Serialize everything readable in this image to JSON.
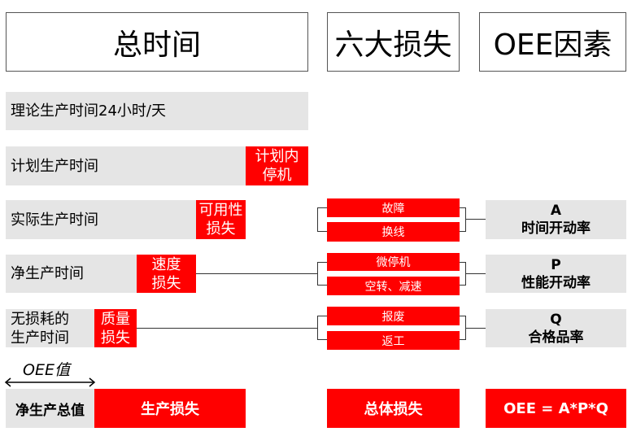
{
  "headers": {
    "total_time": "总时间",
    "six_losses": "六大损失",
    "oee_factors": "OEE因素"
  },
  "time_rows": [
    {
      "label": "理论生产时间24小时/天",
      "loss": ""
    },
    {
      "label": "计划生产时间",
      "loss_line1": "计划内",
      "loss_line2": "停机"
    },
    {
      "label": "实际生产时间",
      "loss_line1": "可用性",
      "loss_line2": "损失"
    },
    {
      "label": "净生产时间",
      "loss_line1": "速度",
      "loss_line2": "损失"
    },
    {
      "label_line1": "无损耗的",
      "label_line2": "生产时间",
      "loss_line1": "质量",
      "loss_line2": "损失"
    }
  ],
  "six_losses": [
    {
      "name": "故障"
    },
    {
      "name": "换线"
    },
    {
      "name": "微停机"
    },
    {
      "name": "空转、减速"
    },
    {
      "name": "报废"
    },
    {
      "name": "返工"
    }
  ],
  "factors": [
    {
      "letter": "A",
      "name": "时间开动率"
    },
    {
      "letter": "P",
      "name": "性能开动率"
    },
    {
      "letter": "Q",
      "name": "合格品率"
    }
  ],
  "oee_arrow_label": "OEE值",
  "bottom": {
    "net_value": "净生产总值",
    "production_loss": "生产损失",
    "total_loss": "总体损失",
    "formula": "OEE = A*P*Q"
  },
  "colors": {
    "red": "#ff0000",
    "grey": "#e5e5e5"
  }
}
